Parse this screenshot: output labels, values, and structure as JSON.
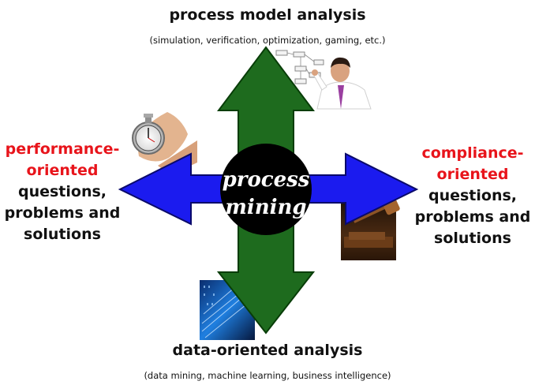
{
  "center": {
    "line1": "process",
    "line2": "mining"
  },
  "top": {
    "title": "process model analysis",
    "subtitle": "(simulation, verification, optimization, gaming, etc.)"
  },
  "bottom": {
    "title": "data-oriented analysis",
    "subtitle": "(data mining, machine learning, business intelligence)"
  },
  "left": {
    "red_line1": "performance-",
    "red_line2": "oriented",
    "line3": "questions,",
    "line4": "problems and",
    "line5": "solutions"
  },
  "right": {
    "red_line1": "compliance-",
    "red_line2": "oriented",
    "line3": "questions,",
    "line4": "problems and",
    "line5": "solutions"
  },
  "colors": {
    "vertical_arrow": "#1e6b1e",
    "horizontal_arrow": "#1b1bef",
    "accent_red": "#e8141b",
    "circle": "#000000"
  },
  "images": [
    "man-drawing-process-model",
    "stopwatch-in-hand",
    "judge-gavel",
    "binary-data-stream"
  ]
}
